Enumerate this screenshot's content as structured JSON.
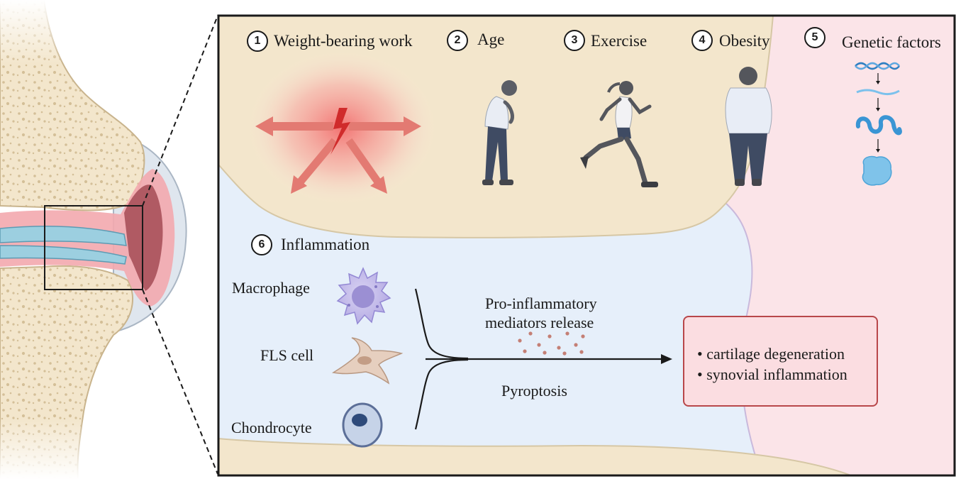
{
  "risk_factors": [
    {
      "number": "1",
      "label": "Weight-bearing work",
      "icon": "lightning-stress-icon"
    },
    {
      "number": "2",
      "label": "Age",
      "icon": "elderly-person-icon"
    },
    {
      "number": "3",
      "label": "Exercise",
      "icon": "runner-icon"
    },
    {
      "number": "4",
      "label": "Obesity",
      "icon": "obese-person-icon"
    },
    {
      "number": "5",
      "label": "Genetic factors",
      "icon": "dna-to-protein-icon"
    }
  ],
  "inflammation": {
    "number": "6",
    "label": "Inflammation",
    "cells": [
      "Macrophage",
      "FLS cell",
      "Chondrocyte"
    ],
    "pathway_top": [
      "Pro-inflammatory",
      "mediators release"
    ],
    "pathway_bottom": "Pyroptosis"
  },
  "outcome": {
    "items": [
      "cartilage degeneration",
      "synovial inflammation"
    ],
    "border_color": "#b8474a",
    "fill_color": "#fbdde1"
  },
  "colors": {
    "bone": "#f3e6cc",
    "synovium_fluid": "#e6effa",
    "synovial_membrane": "#fbe4e8",
    "inflamed_tissue": "#e98a8e",
    "frame": "#1a1a1a"
  }
}
